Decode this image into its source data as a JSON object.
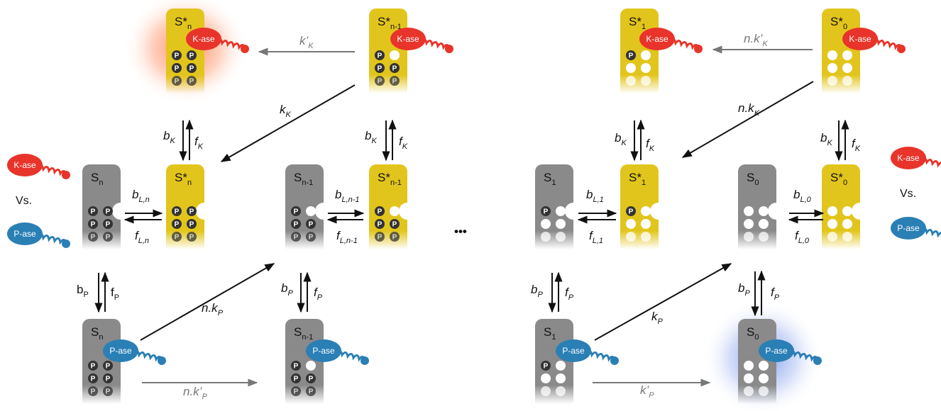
{
  "colors": {
    "kinase": "#e8342a",
    "phosphatase": "#2a7fb5",
    "active_substrate": "#e2c51c",
    "inactive_substrate": "#8a8a8a",
    "arrow_dark": "#111111",
    "arrow_grey": "#777777",
    "kinase_glow": "#ff8a55",
    "phosphatase_glow": "#7f9df0"
  },
  "enzymes": {
    "kinase_label": "K-ase",
    "phosphatase_label": "P-ase",
    "vs_label": "Vs."
  },
  "phospho_label": "P",
  "ellipsis": "•••",
  "species": {
    "top_n": {
      "base": "S*",
      "sub": "n"
    },
    "top_n1": {
      "base": "S*",
      "sub": "n-1"
    },
    "top_1": {
      "base": "S*",
      "sub": "1"
    },
    "top_0": {
      "base": "S*",
      "sub": "0"
    },
    "mid_Sn": {
      "base": "S",
      "sub": "n"
    },
    "mid_Sn_star": {
      "base": "S*",
      "sub": "n"
    },
    "mid_Sn1": {
      "base": "S",
      "sub": "n-1"
    },
    "mid_Sn1_star": {
      "base": "S*",
      "sub": "n-1"
    },
    "mid_S1": {
      "base": "S",
      "sub": "1"
    },
    "mid_S1_star": {
      "base": "S*",
      "sub": "1"
    },
    "mid_S0": {
      "base": "S",
      "sub": "0"
    },
    "mid_S0_star": {
      "base": "S*",
      "sub": "0"
    },
    "bot_n": {
      "base": "S",
      "sub": "n"
    },
    "bot_n1": {
      "base": "S",
      "sub": "n-1"
    },
    "bot_1": {
      "base": "S",
      "sub": "1"
    },
    "bot_0": {
      "base": "S",
      "sub": "0"
    }
  },
  "rates": {
    "k_prime_K": {
      "base": "k’",
      "sub": "K"
    },
    "n_k_prime_K": {
      "base": "n.k’",
      "sub": "K"
    },
    "k_K": {
      "base": "k",
      "sub": "K"
    },
    "n_k_K": {
      "base": "n.k",
      "sub": "K"
    },
    "b_K": {
      "base": "b",
      "sub": "K"
    },
    "f_K": {
      "base": "f",
      "sub": "K"
    },
    "b_L_n": {
      "base": "b",
      "sub": "L,n"
    },
    "f_L_n": {
      "base": "f",
      "sub": "L,n"
    },
    "b_L_n1": {
      "base": "b",
      "sub": "L,n-1"
    },
    "f_L_n1": {
      "base": "f",
      "sub": "L,n-1"
    },
    "b_L_1": {
      "base": "b",
      "sub": "L,1"
    },
    "f_L_1": {
      "base": "f",
      "sub": "L,1"
    },
    "b_L_0": {
      "base": "b",
      "sub": "L,0"
    },
    "f_L_0": {
      "base": "f",
      "sub": "L,0"
    },
    "b_P": {
      "base": "b",
      "sub": "P"
    },
    "f_P": {
      "base": "f",
      "sub": "P"
    },
    "n_k_P": {
      "base": "n.k",
      "sub": "P"
    },
    "k_P": {
      "base": "k",
      "sub": "P"
    },
    "n_k_prime_P": {
      "base": "n.k’",
      "sub": "P"
    },
    "k_prime_P": {
      "base": "k’",
      "sub": "P"
    }
  }
}
